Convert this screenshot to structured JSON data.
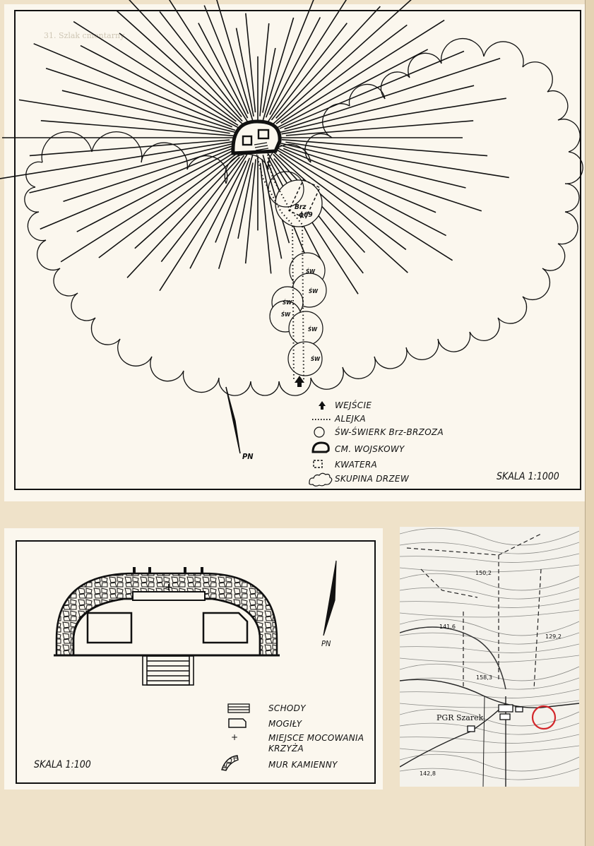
{
  "header": {
    "faint_caption": "31. Szlak cmentarny"
  },
  "plan_1000": {
    "north_label": "PN",
    "scale_label": "SKALA 1:1000",
    "tree_labels": {
      "birch": "Brz",
      "birch_diameter": "ϕ69",
      "spruce": "ŚW"
    },
    "legend": [
      {
        "symbol": "arrow-icon",
        "text": "WEJŚCIE"
      },
      {
        "symbol": "dotted-line-icon",
        "text": "ALEJKA"
      },
      {
        "symbol": "circle-icon",
        "text": "ŚW-ŚWIERK  Brz-BRZOZA"
      },
      {
        "symbol": "cemetery-icon",
        "text": "CM. WOJSKOWY"
      },
      {
        "symbol": "dashed-rect-icon",
        "text": "KWATERA"
      },
      {
        "symbol": "cloud-icon",
        "text": "SKUPINA DRZEW"
      }
    ]
  },
  "plan_100": {
    "north_label": "PN",
    "scale_label": "SKALA 1:100",
    "legend": [
      {
        "symbol": "stairs-icon",
        "text": "SCHODY"
      },
      {
        "symbol": "grave-icon",
        "text": "MOGIŁY"
      },
      {
        "symbol": "cross-icon",
        "text": "MIEJSCE MOCOWANIA\nKRZYŻA"
      },
      {
        "symbol": "stone-wall-icon",
        "text": "MUR KAMIENNY"
      }
    ]
  },
  "topo_map": {
    "place_label": "PGR Szarek",
    "spot_heights": [
      "150,2",
      "141,6",
      "129,2",
      "158,3",
      "142,8"
    ]
  }
}
